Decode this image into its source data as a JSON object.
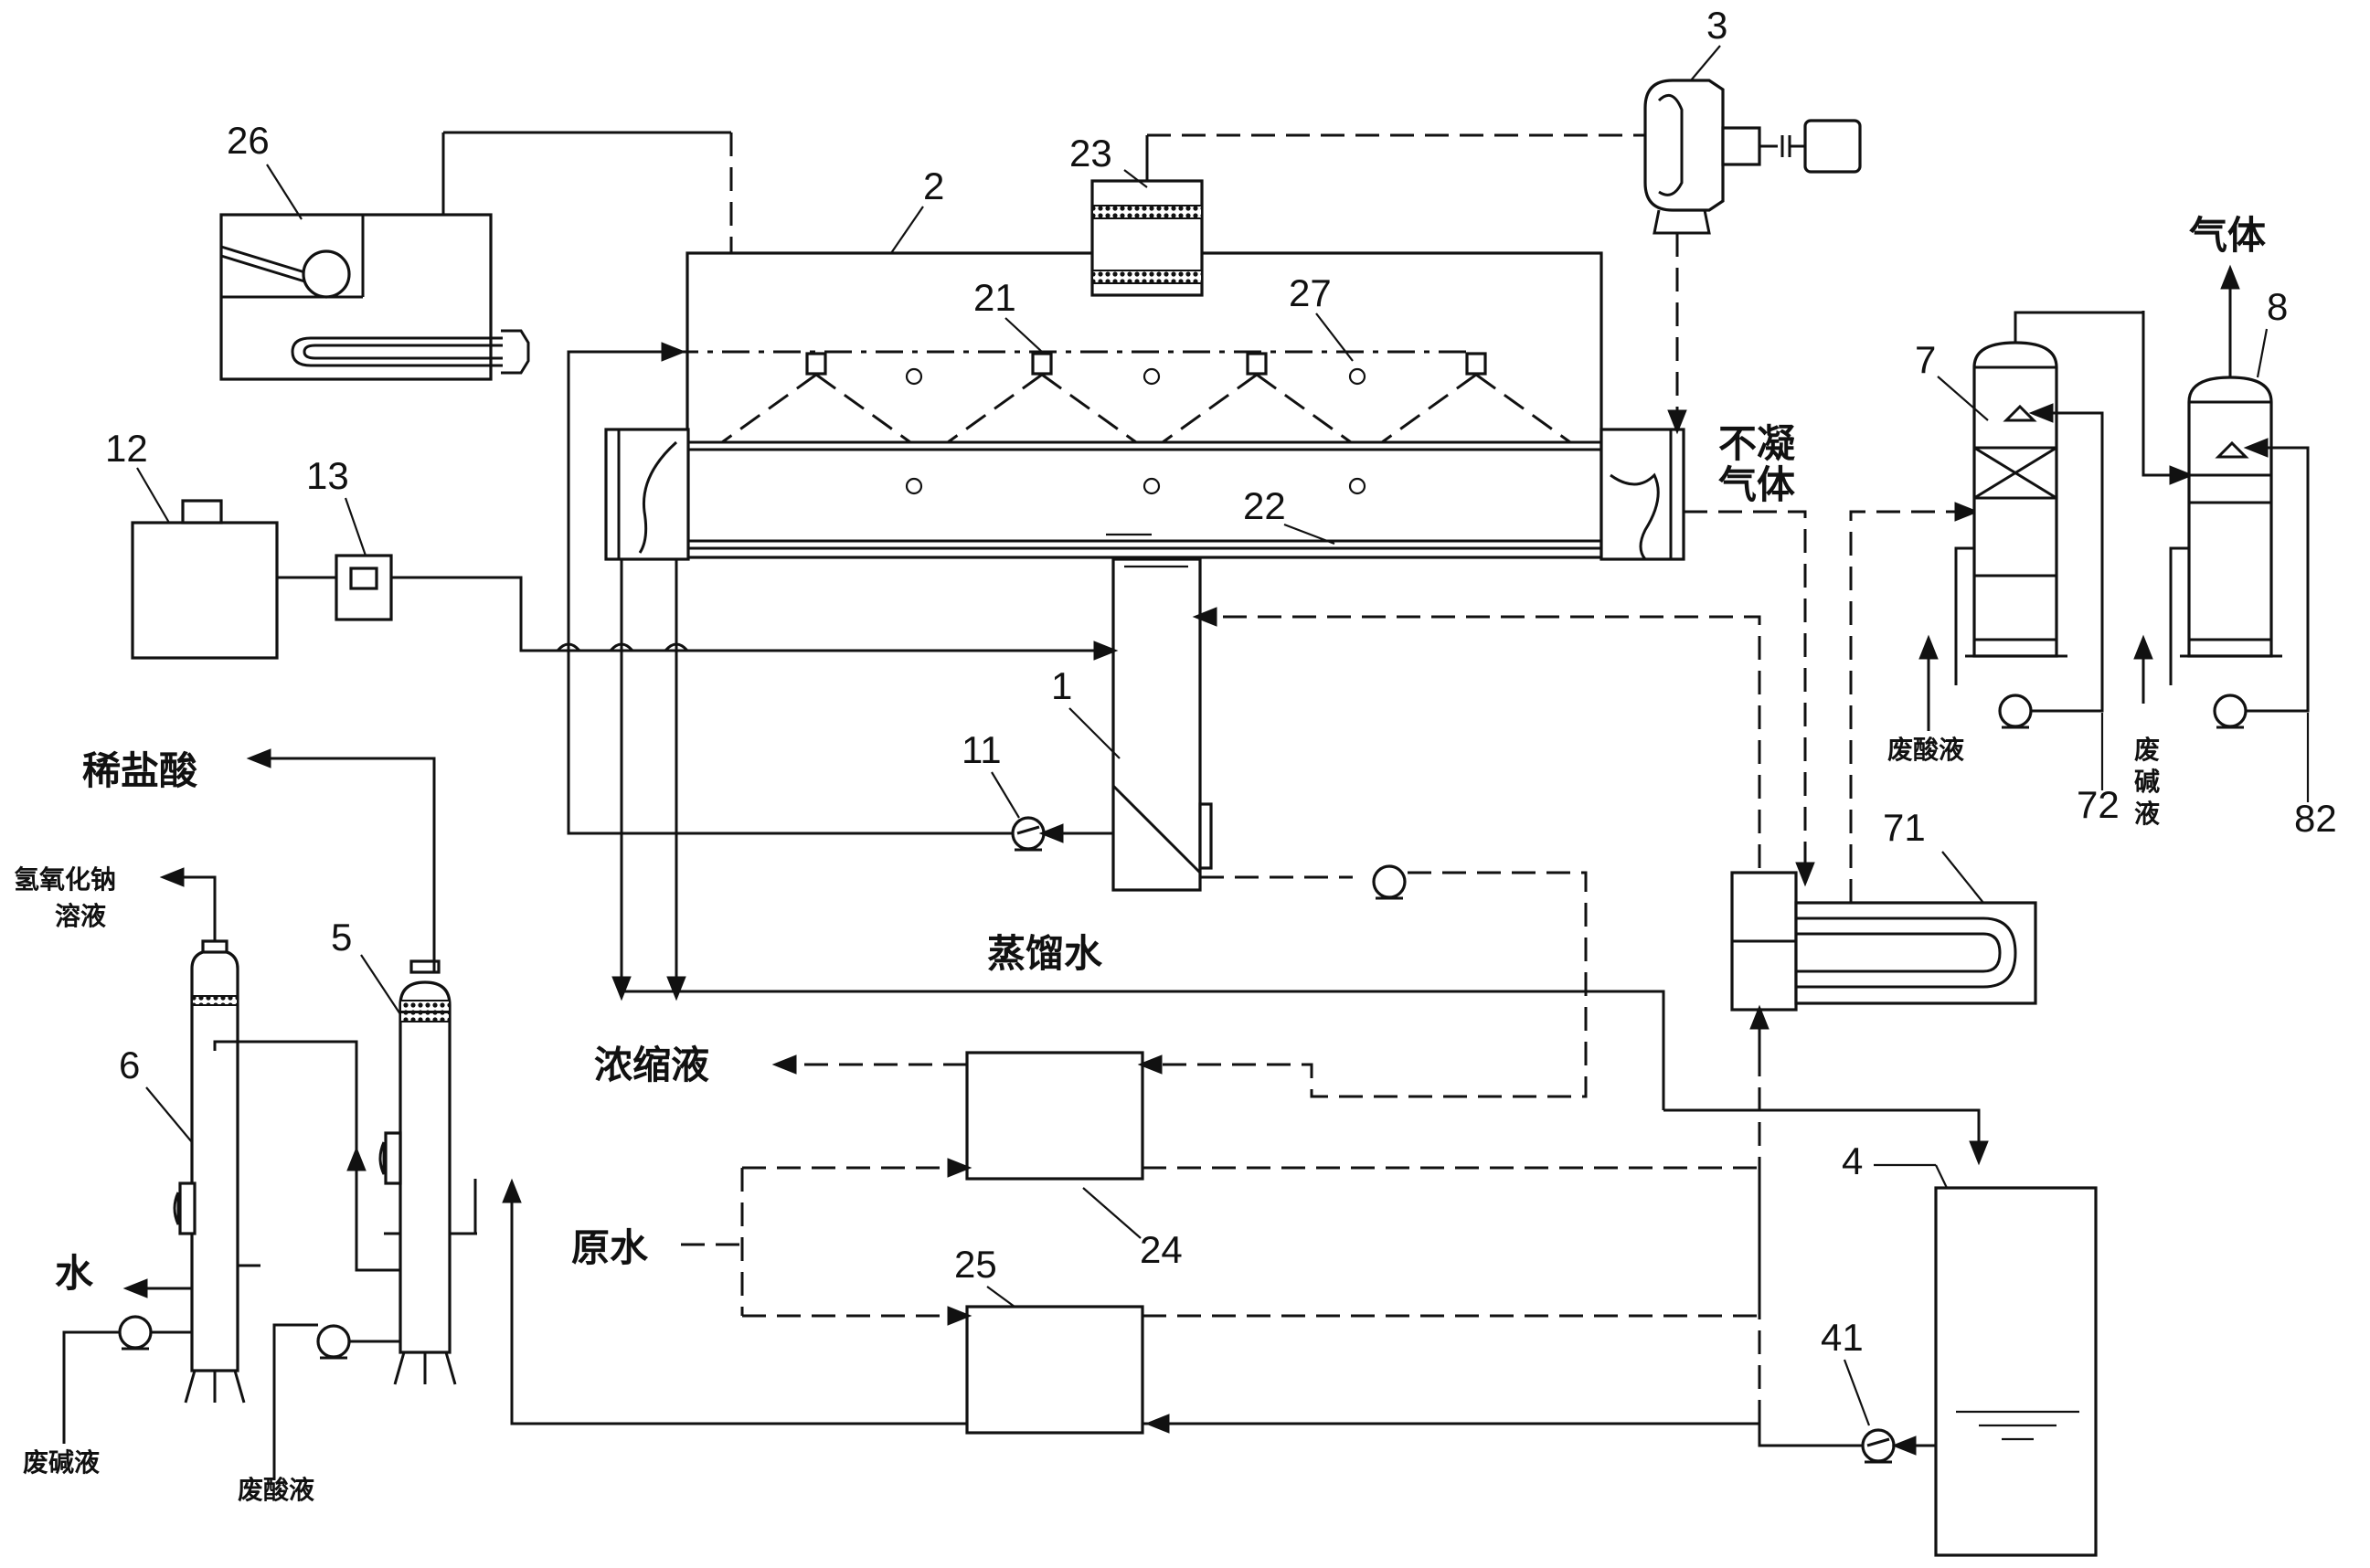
{
  "components": {
    "evaporator": "2",
    "spray_nozzle": "21",
    "tube_bundle": "22",
    "demister": "23",
    "compressor": "3",
    "heater": "26",
    "sensor": "27",
    "sump": "1",
    "circ_pump": "11",
    "dosing_tank": "12",
    "dosing_pump": "13",
    "preheater_a": "24",
    "preheater_b": "25",
    "water_tank": "4",
    "tank_pump": "41",
    "acid_column": "5",
    "alkali_column": "6",
    "acid_scrubber": "7",
    "scrubber_pump_7": "72",
    "alkali_scrubber": "8",
    "scrubber_pump_8": "82",
    "condenser": "71"
  },
  "labels": {
    "noncondensable_line1": "不凝",
    "noncondensable_line2": "气体",
    "gas": "气体",
    "distilled_water": "蒸馏水",
    "concentrate": "浓缩液",
    "raw_water": "原水",
    "dilute_hcl": "稀盐酸",
    "naoh_line1": "氢氧化钠",
    "naoh_line2": "溶液",
    "water": "水",
    "waste_alkali": "废碱液",
    "waste_acid": "废酸液",
    "waste_acid_7": "废酸液",
    "waste_alkali_8_1": "废",
    "waste_alkali_8_2": "碱",
    "waste_alkali_8_3": "液"
  }
}
